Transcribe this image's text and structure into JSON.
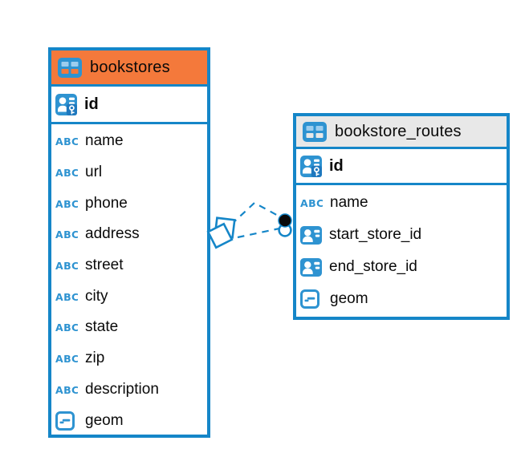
{
  "diagram": {
    "background_color": "#ffffff",
    "accent_blue": "#1586C8",
    "orange_header_color": "#F4793B",
    "gray_header_color": "#E8E8E8"
  },
  "icons": {
    "text_glyph": "ABC"
  },
  "tables": [
    {
      "title": "bookstores",
      "header_color": "#F4793B",
      "primary_key": {
        "name": "id",
        "type_icon": "primary-key-icon"
      },
      "columns": [
        {
          "name": "name",
          "type_icon": "text-type-icon"
        },
        {
          "name": "url",
          "type_icon": "text-type-icon"
        },
        {
          "name": "phone",
          "type_icon": "text-type-icon"
        },
        {
          "name": "address",
          "type_icon": "text-type-icon"
        },
        {
          "name": "street",
          "type_icon": "text-type-icon"
        },
        {
          "name": "city",
          "type_icon": "text-type-icon"
        },
        {
          "name": "state",
          "type_icon": "text-type-icon"
        },
        {
          "name": "zip",
          "type_icon": "text-type-icon"
        },
        {
          "name": "description",
          "type_icon": "text-type-icon"
        },
        {
          "name": "geom",
          "type_icon": "geometry-type-icon"
        }
      ]
    },
    {
      "title": "bookstore_routes",
      "header_color": "#E8E8E8",
      "primary_key": {
        "name": "id",
        "type_icon": "primary-key-icon"
      },
      "columns": [
        {
          "name": "name",
          "type_icon": "text-type-icon"
        },
        {
          "name": "start_store_id",
          "type_icon": "foreign-key-icon"
        },
        {
          "name": "end_store_id",
          "type_icon": "foreign-key-icon"
        },
        {
          "name": "geom",
          "type_icon": "geometry-type-icon"
        }
      ]
    }
  ],
  "relationships": [
    {
      "from_table": "bookstore_routes",
      "to_table": "bookstores",
      "line_style": "dashed",
      "source_marker": "circle",
      "target_marker": "diamond"
    },
    {
      "from_table": "bookstore_routes",
      "to_table": "bookstores",
      "line_style": "dashed",
      "source_marker": "circle",
      "target_marker": "diamond"
    }
  ]
}
